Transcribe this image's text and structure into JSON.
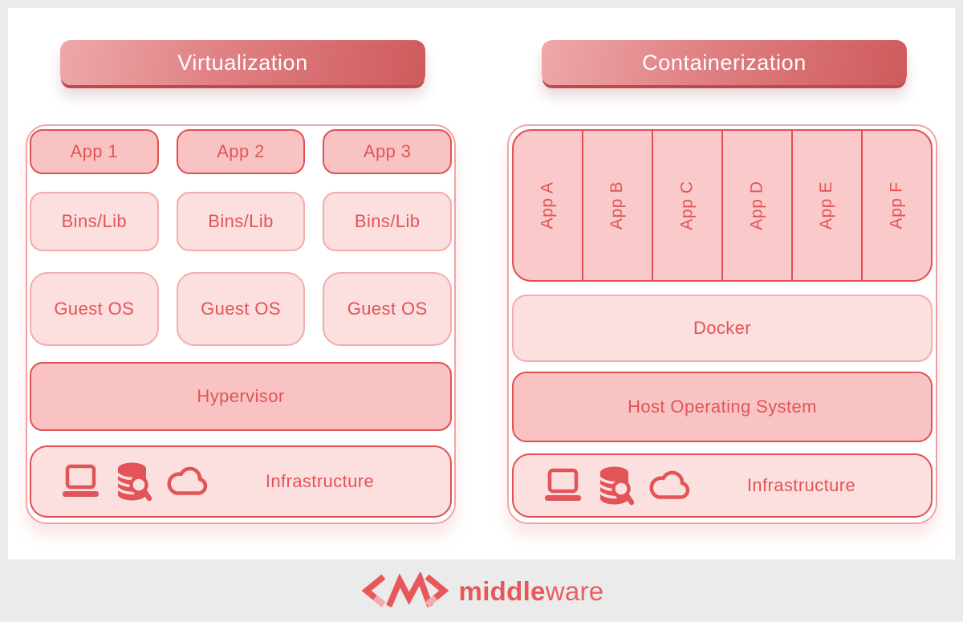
{
  "banners": {
    "left": "Virtualization",
    "right": "Containerization"
  },
  "virtualization": {
    "apps": [
      "App 1",
      "App 2",
      "App 3"
    ],
    "bins_libs": [
      "Bins/Lib",
      "Bins/Lib",
      "Bins/Lib"
    ],
    "guest_os": [
      "Guest OS",
      "Guest OS",
      "Guest OS"
    ],
    "hypervisor": "Hypervisor",
    "infrastructure": "Infrastructure",
    "icons": [
      "laptop-icon",
      "database-search-icon",
      "cloud-icon"
    ]
  },
  "containerization": {
    "apps": [
      "App A",
      "App B",
      "App C",
      "App D",
      "App E",
      "App F"
    ],
    "docker": "Docker",
    "host_operating_system": "Host Operating System",
    "infrastructure": "Infrastructure",
    "icons": [
      "laptop-icon",
      "database-search-icon",
      "cloud-icon"
    ]
  },
  "footer": {
    "brand_bold": "middle",
    "brand_light": "ware"
  },
  "colors": {
    "accent_red": "#e25457",
    "border_red": "#e25052",
    "dark_fill": "#f9c3c3",
    "light_fill": "#fcdfdf",
    "app_block_fill": "#fac9c9",
    "light_border": "#f3acac",
    "panel_border": "#f3a3a4",
    "banner_gradient_start": "#eda0a1",
    "banner_gradient_end": "#ca4b4e",
    "banner_text": "#ffffff",
    "footer_background": "#ebebeb"
  }
}
